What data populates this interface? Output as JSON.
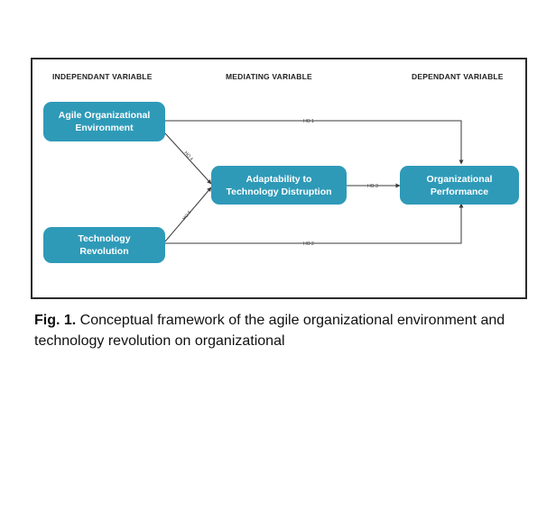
{
  "diagram": {
    "columns": {
      "independent": "INDEPENDANT VARIABLE",
      "mediating": "MEDIATING VARIABLE",
      "dependent": "DEPENDANT VARIABLE"
    },
    "nodes": {
      "agile": {
        "line1": "Agile Organizational",
        "line2": "Environment"
      },
      "tech": {
        "line1": "Technology",
        "line2": "Revolution"
      },
      "adapt": {
        "line1": "Adaptability to",
        "line2": "Technology Distruption"
      },
      "perf": {
        "line1": "Organizational",
        "line2": "Performance"
      }
    },
    "edges": {
      "h1": "HO 1",
      "h2": "HO 2",
      "h3": "HO 3",
      "h4": "HO 4",
      "h5": "HO 5"
    },
    "colors": {
      "node_fill": "#2e9ab8",
      "node_text": "#ffffff",
      "line": "#3a3a3a"
    }
  },
  "caption": {
    "label": "Fig. 1.",
    "text": " Conceptual framework of the agile organizational environment and technology revolution on organizational"
  }
}
